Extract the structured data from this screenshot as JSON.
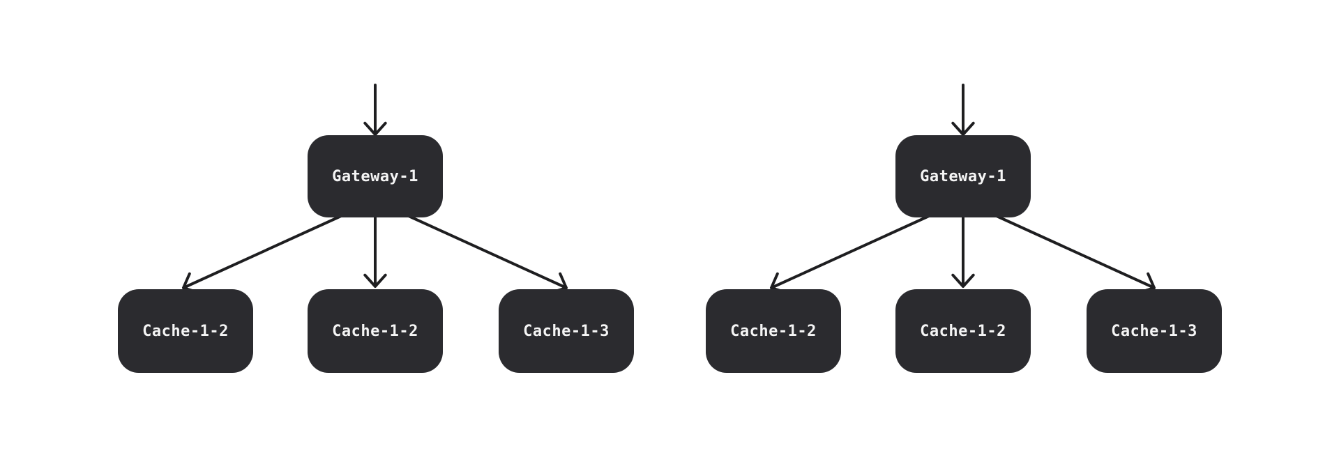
{
  "diagram": {
    "colors": {
      "background": "#ffffff",
      "node_fill": "#2b2b2f",
      "node_text": "#f5f5f5",
      "arrow": "#1e1e20"
    },
    "trees": [
      {
        "side": "left",
        "root": {
          "label": "Gateway-1"
        },
        "children": [
          {
            "label": "Cache-1-2"
          },
          {
            "label": "Cache-1-2"
          },
          {
            "label": "Cache-1-3"
          }
        ]
      },
      {
        "side": "right",
        "root": {
          "label": "Gateway-1"
        },
        "children": [
          {
            "label": "Cache-1-2"
          },
          {
            "label": "Cache-1-2"
          },
          {
            "label": "Cache-1-3"
          }
        ]
      }
    ]
  }
}
